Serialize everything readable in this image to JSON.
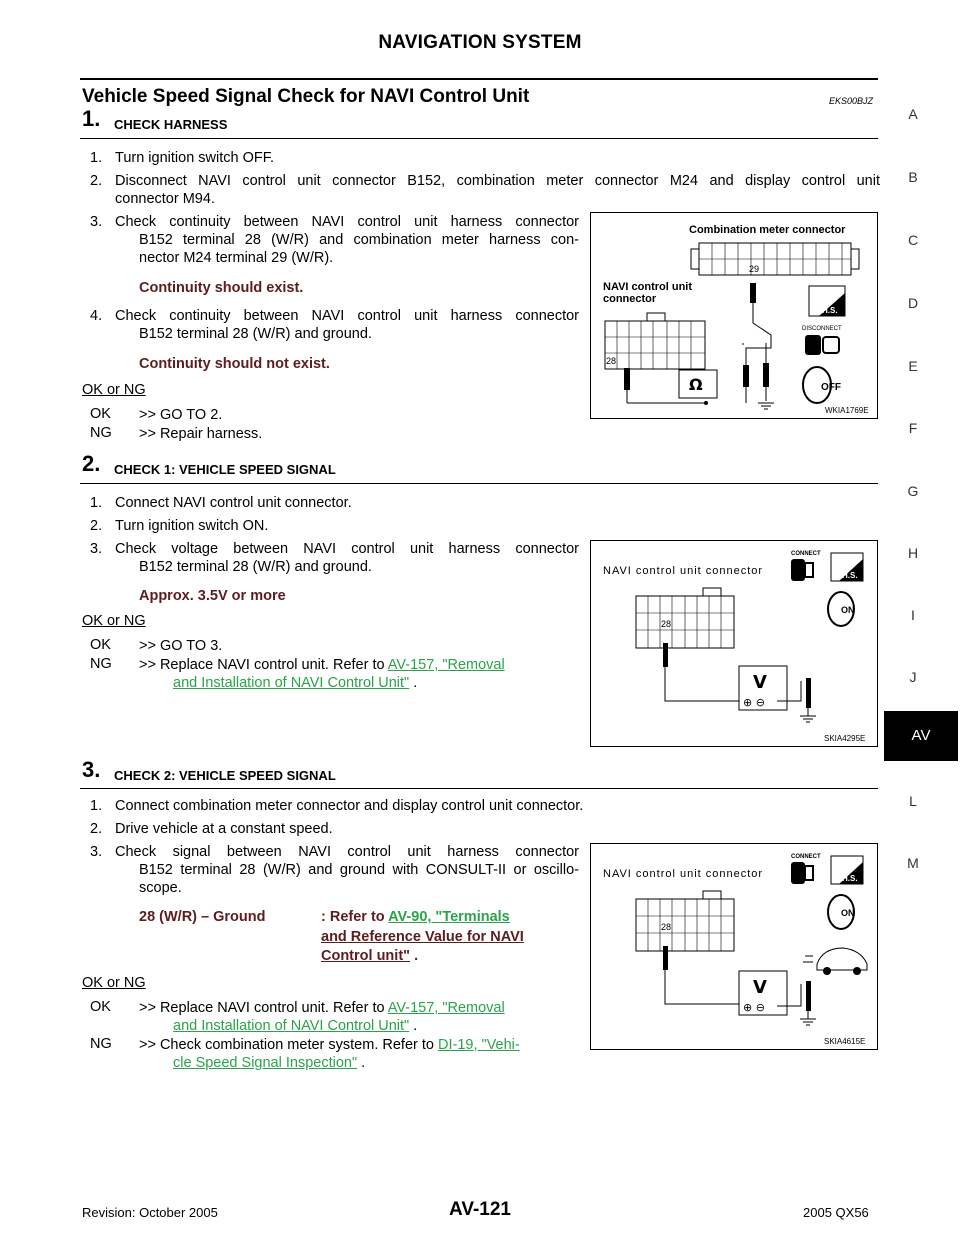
{
  "header": {
    "title": "NAVIGATION SYSTEM"
  },
  "section": {
    "title": "Vehicle Speed Signal Check for NAVI Control Unit",
    "code": "EKS00BJZ"
  },
  "sidebar": {
    "letters": [
      "A",
      "B",
      "C",
      "D",
      "E",
      "F",
      "G",
      "H",
      "I",
      "J",
      "L",
      "M"
    ],
    "active": "AV"
  },
  "step1": {
    "num": "1.",
    "heading": "CHECK HARNESS",
    "items": [
      {
        "n": "1.",
        "text": "Turn ignition switch OFF."
      },
      {
        "n": "2.",
        "text": "Disconnect NAVI control unit connector B152, combination meter connector M24 and display control unit",
        "text2": "connector M94."
      },
      {
        "n": "3.",
        "text": "Check continuity between NAVI control unit harness connector",
        "text2": "B152 terminal 28 (W/R) and combination meter harness con-",
        "text3": "nector M24 terminal 29 (W/R)."
      },
      {
        "n": "4.",
        "text": "Check continuity between NAVI control unit harness connector",
        "text2": "B152 terminal 28 (W/R) and ground."
      }
    ],
    "spec1": "Continuity should exist.",
    "spec2": "Continuity should not exist.",
    "okng": "OK or NG",
    "ok_k": "OK",
    "ok_v": ">> GO TO 2.",
    "ng_k": "NG",
    "ng_v": ">> Repair harness.",
    "fig": {
      "label_meter": "Combination meter connector",
      "label_navi": "NAVI control unit",
      "label_navi2": "connector",
      "term_a": "29",
      "term_b": "28",
      "ohm": "Ω",
      "hs": "H.S.",
      "disconnect": "DISCONNECT",
      "off": "OFF",
      "code": "WKIA1769E"
    }
  },
  "step2": {
    "num": "2.",
    "heading": "CHECK 1: VEHICLE SPEED SIGNAL",
    "items": [
      {
        "n": "1.",
        "text": "Connect NAVI control unit connector."
      },
      {
        "n": "2.",
        "text": "Turn ignition switch ON."
      },
      {
        "n": "3.",
        "text": "Check voltage between NAVI control unit harness connector",
        "text2": "B152 terminal 28 (W/R) and ground."
      }
    ],
    "spec": "Approx. 3.5V or more",
    "okng": "OK or NG",
    "ok_k": "OK",
    "ok_v": ">> GO TO 3.",
    "ng_k": "NG",
    "ng_v": ">> Replace NAVI control unit. Refer to",
    "ng_link1": "AV-157, \"Removal",
    "ng_link2": "and Installation of NAVI Control Unit\"",
    "ng_tail": ".",
    "fig": {
      "label": "NAVI control unit connector",
      "term": "28",
      "meter": "V",
      "connect": "CONNECT",
      "hs": "H.S.",
      "on": "ON",
      "code": "SKIA4295E"
    }
  },
  "step3": {
    "num": "3.",
    "heading": "CHECK 2: VEHICLE SPEED SIGNAL",
    "items": [
      {
        "n": "1.",
        "text": "Connect combination meter connector and display control unit connector."
      },
      {
        "n": "2.",
        "text": "Drive vehicle at a constant speed."
      },
      {
        "n": "3.",
        "text": "Check signal between NAVI control unit harness connector",
        "text2": "B152 terminal 28 (W/R) and ground with CONSULT-II or oscillo-",
        "text3": "scope."
      }
    ],
    "spec_left": "28 (W/R) – Ground",
    "spec_mid": ": Refer to",
    "spec_link1": "AV-90, \"Terminals",
    "spec_link2": "and Reference Value for NAVI",
    "spec_link3": "Control unit\"",
    "spec_tail": ".",
    "okng": "OK or NG",
    "ok_k": "OK",
    "ok_v": ">> Replace NAVI control unit. Refer to",
    "ok_link1": "AV-157, \"Removal",
    "ok_link2": "and Installation of NAVI Control Unit\"",
    "ok_tail": ".",
    "ng_k": "NG",
    "ng_v": ">> Check combination meter system. Refer to",
    "ng_link1": "DI-19, \"Vehi-",
    "ng_link2": "cle Speed Signal Inspection\"",
    "ng_tail": ".",
    "fig": {
      "label": "NAVI control unit connector",
      "term": "28",
      "meter": "V",
      "connect": "CONNECT",
      "hs": "H.S.",
      "on": "ON",
      "code": "SKIA4615E"
    }
  },
  "footer": {
    "revision": "Revision: October 2005",
    "page": "AV-121",
    "model": "2005 QX56"
  }
}
